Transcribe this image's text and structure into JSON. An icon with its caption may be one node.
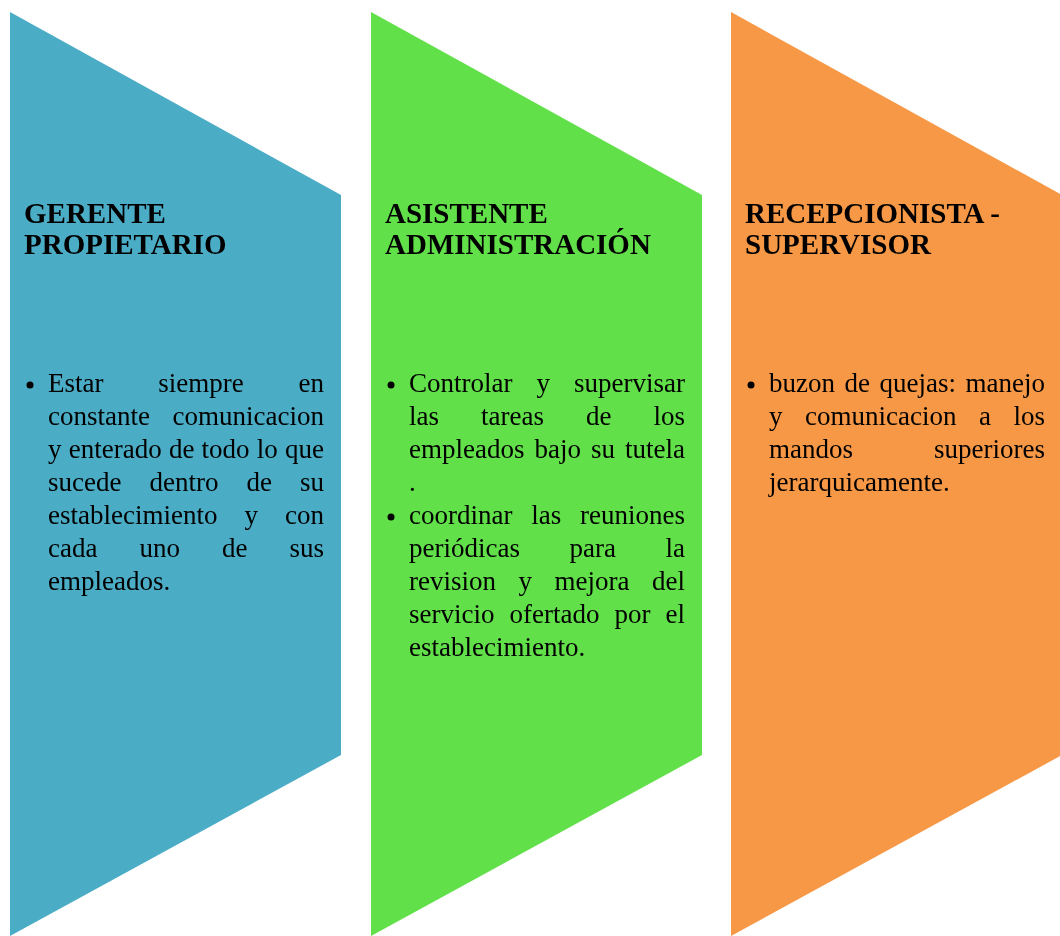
{
  "diagram": {
    "nodes": [
      {
        "text": [
          "GERENTE PROPIETARIO",
          "Estar siempre en constante comunicacion y enterado de todo lo que sucede dentro de su establecimiento y con cada uno de sus empleados."
        ]
      },
      {
        "text": [
          "ASISTENTE ADMINISTRACIÓN",
          "Controlar y supervisar las tareas de los empleados bajo su tutela .",
          "coordinar las reuniones periódicas para la revision y mejora del servicio ofertado por el establecimiento."
        ]
      },
      {
        "text": [
          "RECEPCIONISTA - SUPERVISOR",
          "buzon de quejas: manejo y comunicacion a los mandos superiores jerarquicamente."
        ]
      }
    ]
  }
}
